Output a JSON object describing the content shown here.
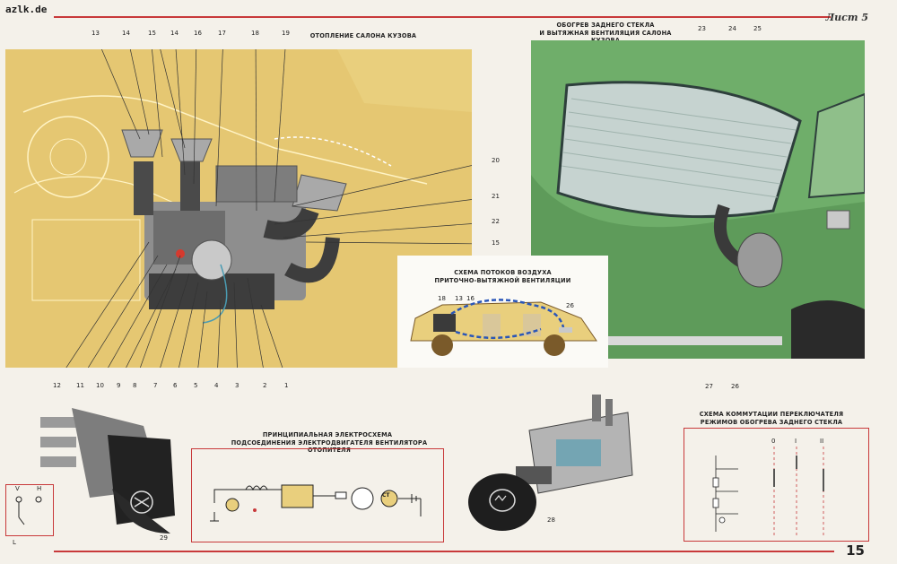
{
  "header": {
    "watermark": "azlk.de",
    "sheet_label": "Лист 5",
    "page_number": "15"
  },
  "panels": {
    "cabin_heating": {
      "title": "ОТОПЛЕНИЕ САЛОНА КУЗОВА"
    },
    "rear_window": {
      "title_line1": "ОБОГРЕВ ЗАДНЕГО СТЕКЛА",
      "title_line2": "И ВЫТЯЖНАЯ ВЕНТИЛЯЦИЯ САЛОНА КУЗОВА"
    },
    "airflow": {
      "title_line1": "СХЕМА ПОТОКОВ ВОЗДУХА",
      "title_line2": "ПРИТОЧНО-ВЫТЯЖНОЙ ВЕНТИЛЯЦИИ"
    },
    "electric": {
      "title_line1": "ПРИНЦИПИАЛЬНАЯ ЭЛЕКТРОСХЕМА",
      "title_line2": "ПОДСОЕДИНЕНИЯ ЭЛЕКТРОДВИГАТЕЛЯ ВЕНТИЛЯТОРА ОТОПИТЕЛЯ",
      "ct_label": "СТ"
    },
    "switch_scheme": {
      "title_line1": "СХЕМА КОММУТАЦИИ ПЕРЕКЛЮЧАТЕЛЯ",
      "title_line2": "РЕЖИМОВ ОБОГРЕВА ЗАДНЕГО СТЕКЛА",
      "positions": [
        "0",
        "I",
        "II"
      ]
    },
    "control_symbols": {
      "v": "V",
      "h": "H",
      "l": "L"
    }
  },
  "callouts_top": [
    "13",
    "14",
    "15",
    "14",
    "16",
    "17",
    "18",
    "19"
  ],
  "callouts_right": [
    "20",
    "21",
    "22",
    "15"
  ],
  "callouts_bottom": [
    "12",
    "11",
    "10",
    "9",
    "8",
    "7",
    "6",
    "5",
    "4",
    "3",
    "2",
    "1"
  ],
  "callouts_airflow": [
    "18",
    "13",
    "16",
    "26"
  ],
  "callouts_rear": [
    "23",
    "24",
    "25",
    "27",
    "26"
  ],
  "callouts_misc": {
    "knob": "29",
    "switch": "28"
  },
  "colors": {
    "accent_red": "#c8393a",
    "cabin_yellow": "#e9cf7d",
    "car_green": "#6fae6a",
    "flow_blue": "#2a56b8"
  }
}
